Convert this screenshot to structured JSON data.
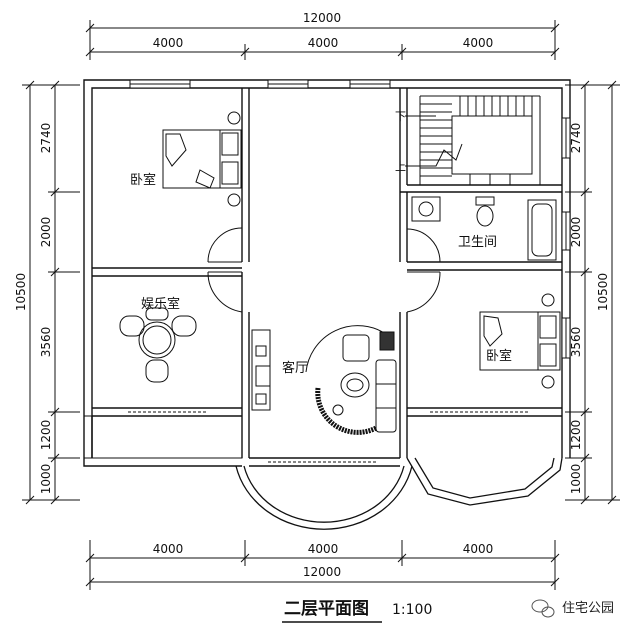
{
  "dimensions": {
    "top_total": "12000",
    "top_segments": [
      "4000",
      "4000",
      "4000"
    ],
    "bottom_segments": [
      "4000",
      "4000",
      "4000"
    ],
    "bottom_total": "12000",
    "left_total": "10500",
    "left_segments": [
      "2740",
      "2000",
      "3560",
      "1200",
      "1000"
    ],
    "right_total": "10500",
    "right_segments": [
      "2740",
      "2000",
      "3560",
      "1200",
      "1000"
    ]
  },
  "rooms": {
    "bedroom_nw": "卧室",
    "entertainment": "娱乐室",
    "living": "客厅",
    "bathroom": "卫生间",
    "bedroom_se": "卧室"
  },
  "stairs": {
    "down": "下",
    "up": "上"
  },
  "caption": {
    "title": "二层平面图",
    "scale": "1:100"
  },
  "watermark": {
    "text": "住宅公园",
    "icon": "wechat-icon"
  }
}
